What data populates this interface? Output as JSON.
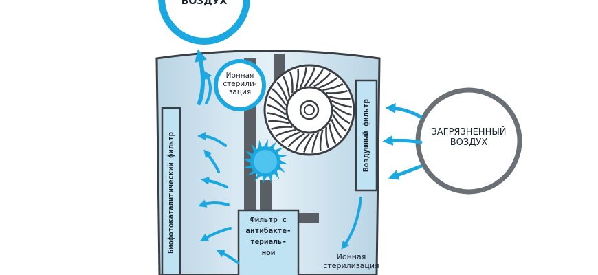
{
  "labels": {
    "clean_air": "ВОЗДУХ",
    "polluted_air_line1": "ЗАГРЯЗНЕННЫЙ",
    "polluted_air_line2": "ВОЗДУХ",
    "ion_sterilization_top_line1": "Ионная",
    "ion_sterilization_top_line2": "стерили-",
    "ion_sterilization_top_line3": "зация",
    "air_filter": "Воздушный фильтр",
    "biophotocatalytic_filter": "Биофотокаталитический фильтр",
    "antibacterial_filter_line1": "Фильтр с",
    "antibacterial_filter_line2": "антибакте-",
    "antibacterial_filter_line3": "териаль-",
    "antibacterial_filter_line4": "ной",
    "ion_sterilization_bottom_line1": "Ионная",
    "ion_sterilization_bottom_line2": "стерилизация"
  },
  "colors": {
    "accent_blue": "#1ba7df",
    "body_fill": "#cfe3ef",
    "filter_fill": "#bfe3f3",
    "dark_gray": "#5a5f66",
    "polluted_ring": "#6b7076"
  }
}
